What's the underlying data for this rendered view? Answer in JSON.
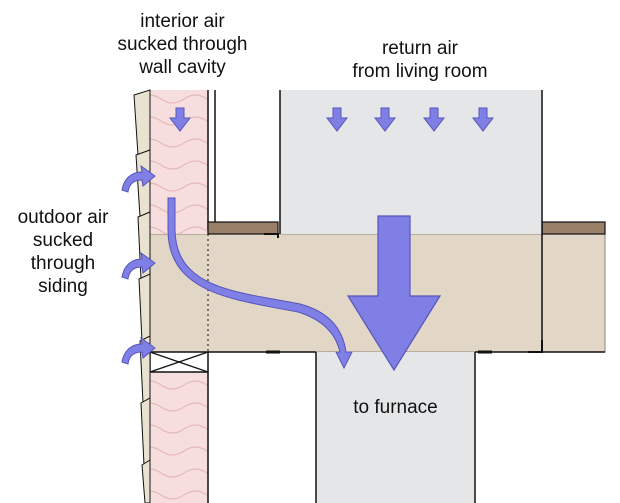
{
  "labels": {
    "interior": [
      "interior air",
      "sucked through",
      "wall cavity"
    ],
    "return_air": [
      "return air",
      "from living room"
    ],
    "outdoor": [
      "outdoor air",
      "sucked",
      "through",
      "siding"
    ],
    "furnace": "to furnace"
  },
  "colors": {
    "arrow": "#7f7fe6",
    "insulation": "#f6dede",
    "joist_band": "#e2d7c6",
    "floor_board": "#9a7f68",
    "duct": "#e4e6e8",
    "siding": "#e9e2d0",
    "outline": "#111111"
  }
}
